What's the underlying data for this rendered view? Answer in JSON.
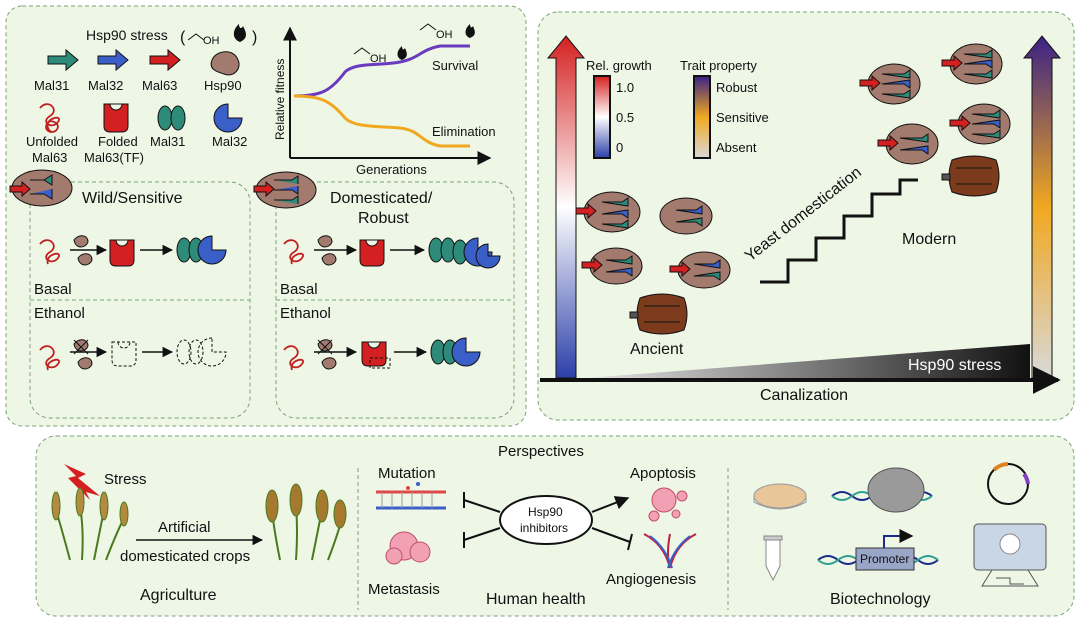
{
  "legend": {
    "hsp90_stress": "Hsp90 stress",
    "oh": "OH",
    "items": [
      "Mal31",
      "Mal32",
      "Mal63",
      "Hsp90"
    ],
    "shapes": [
      "Unfolded",
      "Mal63",
      "Folded",
      "Mal63(TF)",
      "Mal31",
      "Mal32"
    ]
  },
  "fitness_plot": {
    "ylabel": "Relative fitness",
    "xlabel": "Generations",
    "survival": "Survival",
    "elimination": "Elimination",
    "oh": "OH"
  },
  "wild_panel": {
    "title": "Wild/Sensitive",
    "basal": "Basal",
    "ethanol": "Ethanol"
  },
  "dom_panel": {
    "title1": "Domesticated/",
    "title2": "Robust",
    "basal": "Basal",
    "ethanol": "Ethanol"
  },
  "canal": {
    "rel_growth": "Rel. growth",
    "ticks": [
      "1.0",
      "0.5",
      "0"
    ],
    "trait_property": "Trait property",
    "trait_levels": [
      "Robust",
      "Sensitive",
      "Absent"
    ],
    "domestication": "Yeast domestication",
    "ancient": "Ancient",
    "modern": "Modern",
    "hsp90_stress": "Hsp90 stress",
    "xlabel": "Canalization"
  },
  "perspectives": {
    "title": "Perspectives",
    "stress": "Stress",
    "artificial1": "Artificial",
    "artificial2": "domesticated crops",
    "agriculture": "Agriculture",
    "mutation": "Mutation",
    "metastasis": "Metastasis",
    "inhib1": "Hsp90",
    "inhib2": "inhibitors",
    "apoptosis": "Apoptosis",
    "angiogenesis": "Angiogenesis",
    "human_health": "Human health",
    "promoter": "Promoter",
    "biotech": "Biotechnology"
  },
  "colors": {
    "panel_bg": "#eef6e6",
    "panel_border": "#7aa37a",
    "mal31": "#2e8b7a",
    "mal32": "#3a5fc8",
    "mal63": "#d42020",
    "hsp90": "#a27b6e",
    "survival": "#6a3bbf",
    "elimination": "#f0a820"
  }
}
